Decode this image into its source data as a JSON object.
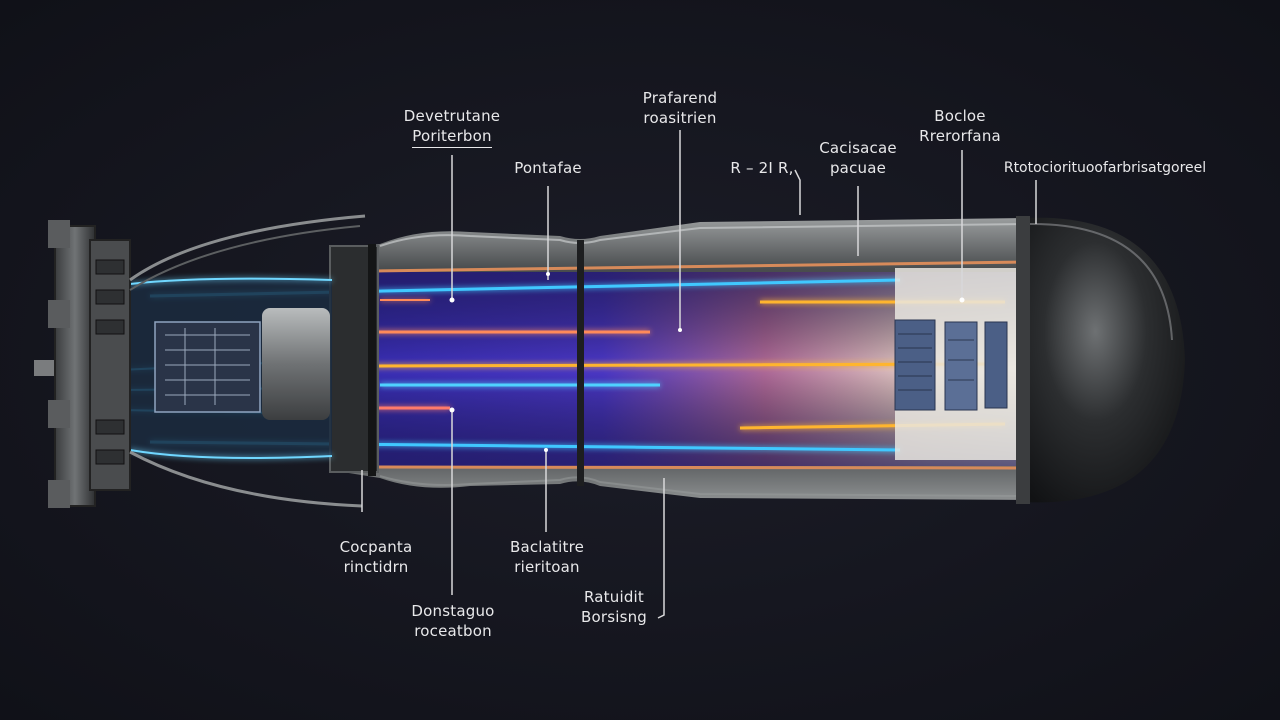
{
  "labels": {
    "top_left": {
      "line1": "Devetrutane",
      "line2": "Poriterbon"
    },
    "top_center_left": {
      "text": "Pontafae"
    },
    "top_center": {
      "line1": "Prafarend",
      "line2": "roasitrien"
    },
    "top_mid_right": {
      "text": "R – 2I R,"
    },
    "top_right_center": {
      "line1": "Cacisacae",
      "line2": "pacuae"
    },
    "top_right": {
      "line1": "Bocloe",
      "line2": "Rrerorfana"
    },
    "far_right": {
      "text": "Rtotociorituoofarbrisatgoreel"
    },
    "bottom_left": {
      "line1": "Cocpanta",
      "line2": "rinctidrn"
    },
    "bottom_left_lower": {
      "line1": "Donstaguo",
      "line2": "roceatbon"
    },
    "bottom_center": {
      "line1": "Baclatitre",
      "line2": "rieritoan"
    },
    "bottom_center_lower": {
      "line1": "Ratuidit",
      "line2": "Borsisng"
    }
  },
  "colors": {
    "background": "#15161f",
    "casing": "#5f6264",
    "beam_blue": "#3fc8ff",
    "beam_orange": "#ffb52e",
    "plasma_purple": "#3f2bb0",
    "label": "#e8e8ea"
  }
}
